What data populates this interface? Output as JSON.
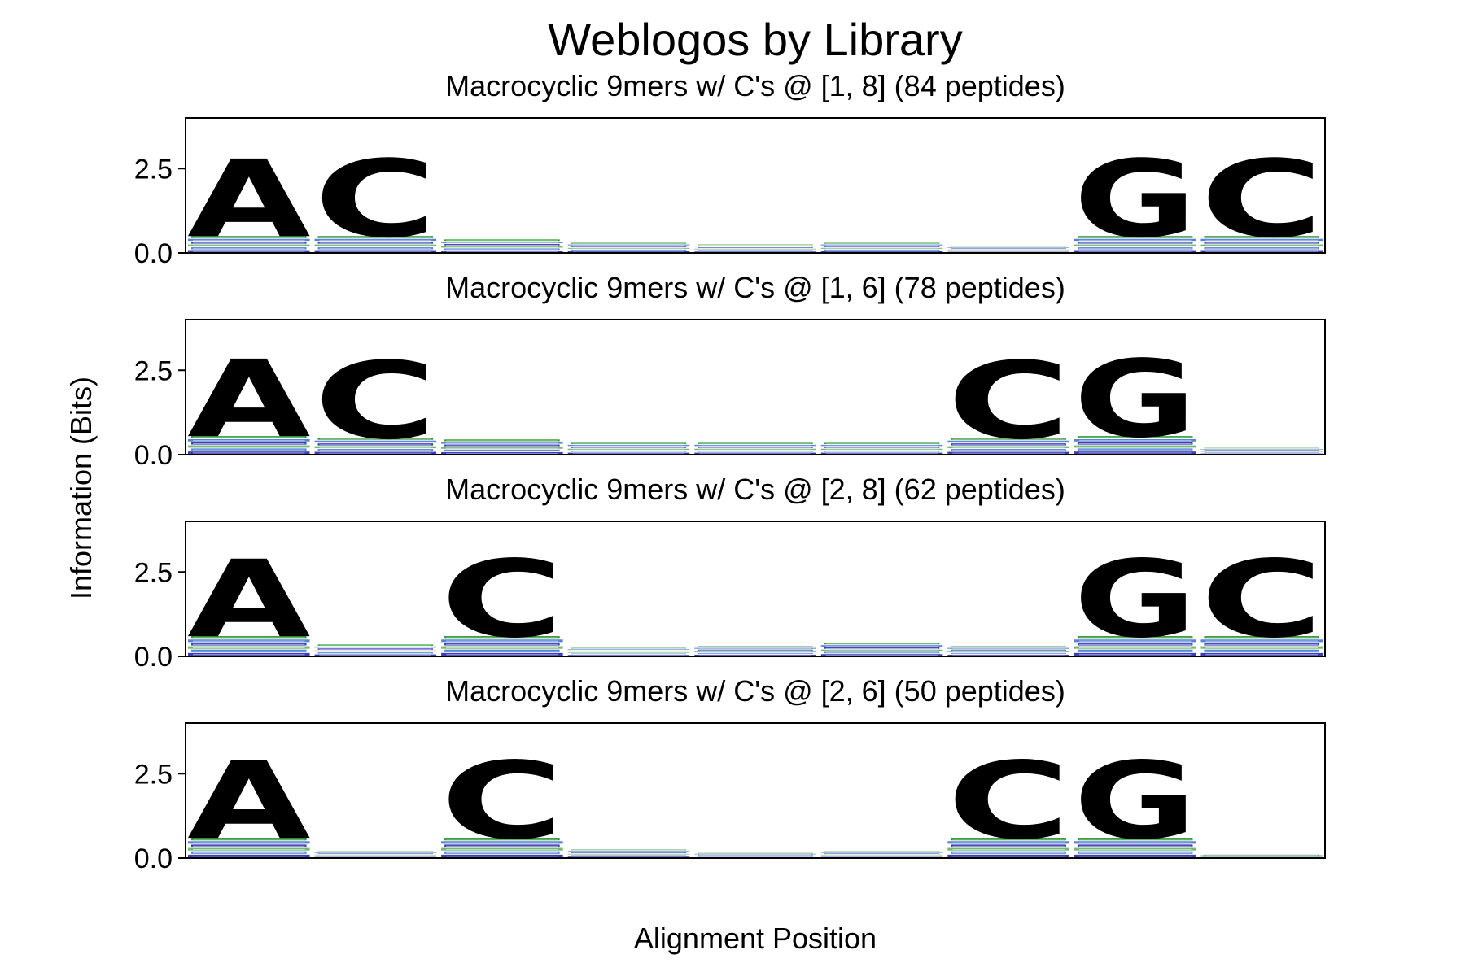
{
  "chart_data": {
    "type": "weblogo",
    "title": "Weblogos by Library",
    "xlabel": "Alignment Position",
    "ylabel": "Information (Bits)",
    "positions": 9,
    "ylim": [
      0,
      4
    ],
    "yticks": [
      0.0,
      2.5
    ],
    "ytick_labels": [
      "0.0",
      "2.5"
    ],
    "colors": {
      "A": "#008000",
      "G": "#008000",
      "C": "#000000",
      "noise": "#1a1aa8"
    },
    "panels": [
      {
        "title": "Macrocyclic 9mers w/ C's @ [1, 8] (84 peptides)",
        "noise": [
          0.5,
          0.5,
          0.4,
          0.3,
          0.25,
          0.3,
          0.2,
          0.5,
          0.5
        ],
        "letters": [
          {
            "pos": 0,
            "letter": "A",
            "bits": 2.3
          },
          {
            "pos": 1,
            "letter": "C",
            "bits": 2.3
          },
          {
            "pos": 7,
            "letter": "G",
            "bits": 2.3
          },
          {
            "pos": 8,
            "letter": "C",
            "bits": 2.3
          }
        ]
      },
      {
        "title": "Macrocyclic 9mers w/ C's @ [1, 6] (78 peptides)",
        "noise": [
          0.55,
          0.5,
          0.45,
          0.35,
          0.35,
          0.35,
          0.5,
          0.55,
          0.2
        ],
        "letters": [
          {
            "pos": 0,
            "letter": "A",
            "bits": 2.3
          },
          {
            "pos": 1,
            "letter": "C",
            "bits": 2.3
          },
          {
            "pos": 6,
            "letter": "C",
            "bits": 2.3
          },
          {
            "pos": 7,
            "letter": "G",
            "bits": 2.3
          }
        ]
      },
      {
        "title": "Macrocyclic 9mers w/ C's @ [2, 8] (62 peptides)",
        "noise": [
          0.6,
          0.35,
          0.6,
          0.25,
          0.3,
          0.4,
          0.3,
          0.6,
          0.6
        ],
        "letters": [
          {
            "pos": 0,
            "letter": "A",
            "bits": 2.3
          },
          {
            "pos": 2,
            "letter": "C",
            "bits": 2.3
          },
          {
            "pos": 7,
            "letter": "G",
            "bits": 2.3
          },
          {
            "pos": 8,
            "letter": "C",
            "bits": 2.3
          }
        ]
      },
      {
        "title": "Macrocyclic 9mers w/ C's @ [2, 6] (50 peptides)",
        "noise": [
          0.6,
          0.2,
          0.6,
          0.25,
          0.15,
          0.2,
          0.6,
          0.6,
          0.1
        ],
        "letters": [
          {
            "pos": 0,
            "letter": "A",
            "bits": 2.3
          },
          {
            "pos": 2,
            "letter": "C",
            "bits": 2.3
          },
          {
            "pos": 6,
            "letter": "C",
            "bits": 2.3
          },
          {
            "pos": 7,
            "letter": "G",
            "bits": 2.3
          }
        ]
      }
    ]
  }
}
